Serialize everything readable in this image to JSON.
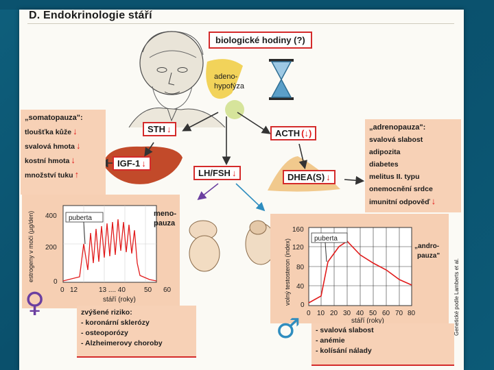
{
  "title": "D. Endokrinologie stáří",
  "top_box": "biologické hodiny (?)",
  "adeno": [
    "adeno-",
    "hypofýza"
  ],
  "hormones": {
    "sth": "STH",
    "acth": "ACTH",
    "igf": "IGF-1",
    "lhfsh": "LH/FSH",
    "dhea": "DHEA(S)"
  },
  "somatopauza": {
    "heading": "„somatopauza\":",
    "items": [
      "tloušťka kůže",
      "svalová hmota",
      "kostní hmota",
      "množství tuku"
    ]
  },
  "adrenopauza": {
    "heading": "„adrenopauza\":",
    "items": [
      "svalová slabost",
      "adipozita",
      "diabetes",
      "melitus II. typu",
      "onemocnění srdce",
      "imunitní odpověď"
    ]
  },
  "menopauza_label": [
    "meno-",
    "pauza"
  ],
  "andropauza_label": [
    "„andro-",
    "pauza\""
  ],
  "left_chart": {
    "ylabel": "estrogeny v moči (µg/den)",
    "xlabel": "stáří (roky)",
    "yticks": [
      "400",
      "200",
      "0"
    ],
    "xticks": [
      "0",
      "12",
      "13 .... 40",
      "50",
      "60"
    ],
    "annotation": "puberta"
  },
  "right_chart": {
    "ylabel": "volný testosteron (index)",
    "xlabel": "stáří (roky)",
    "yticks": [
      "160",
      "120",
      "80",
      "40",
      "0"
    ],
    "xticks": [
      "0",
      "10",
      "20",
      "30",
      "40",
      "50",
      "60",
      "70",
      "80"
    ],
    "annotation": "puberta"
  },
  "risk_female": {
    "heading": "zvýšené riziko:",
    "items": [
      "- koronární sklerózy",
      "- osteoporózy",
      "- Alzheimerovy choroby"
    ]
  },
  "risk_male": {
    "items": [
      "- svalová slabost",
      "- anémie",
      "- kolísání nálady"
    ]
  },
  "credit": "Genetické podle Lamberts et al.",
  "symbols": {
    "female": "♀",
    "male": "♂"
  },
  "colors": {
    "accent_red": "#e11b1b",
    "salmon": "#f7d1b6",
    "page": "#fbfaf5",
    "bg": "#0b526e"
  }
}
